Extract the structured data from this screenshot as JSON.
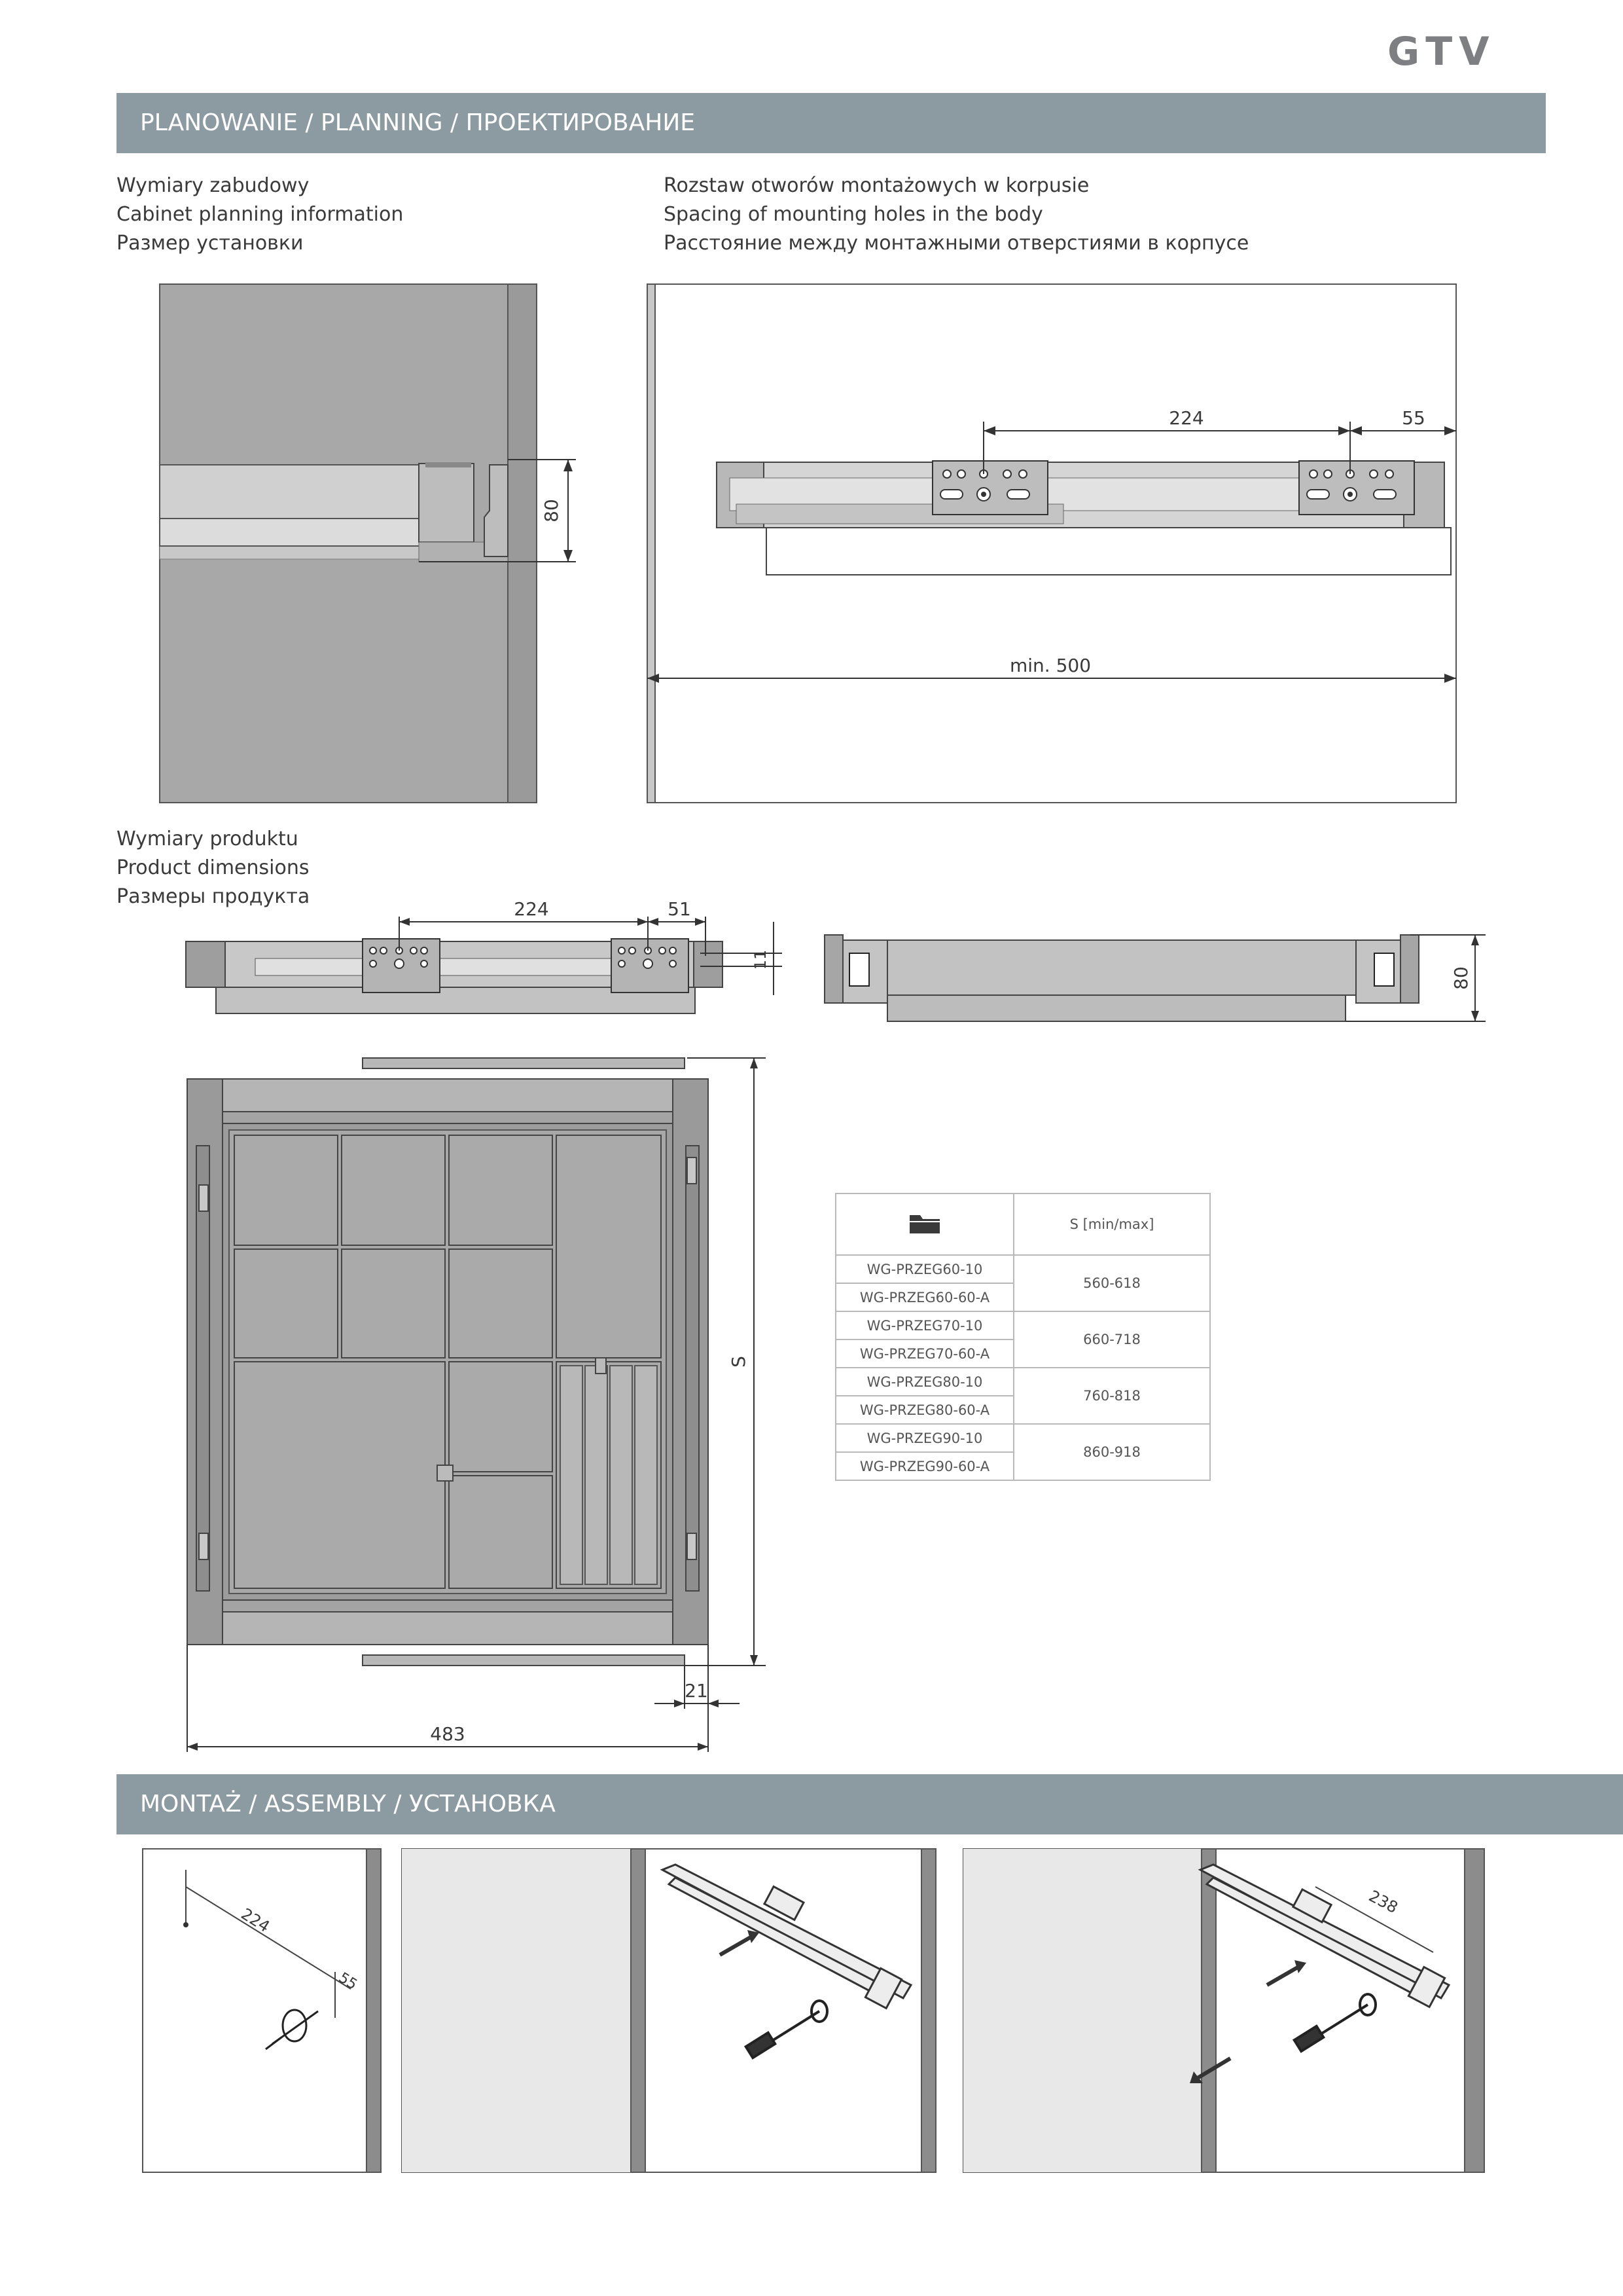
{
  "brand": "GTV",
  "sections": {
    "planning": "PLANOWANIE / PLANNING / ПРОЕКТИРОВАНИЕ",
    "assembly": "MONTAŻ / ASSEMBLY / УСТАНОВКА"
  },
  "captions": {
    "cabinet": [
      "Wymiary zabudowy",
      "Cabinet planning information",
      "Размер установки"
    ],
    "spacing": [
      "Rozstaw otworów montażowych w korpusie",
      "Spacing of mounting holes in the body",
      "Расстояние между монтажными отверстиями в корпусе"
    ],
    "product": [
      "Wymiary produktu",
      "Product dimensions",
      "Размеры продукта"
    ]
  },
  "dimensions": {
    "cabinet_height": "80",
    "holes_spacing": "224",
    "holes_edge": "55",
    "min_depth": "min. 500",
    "product_spacing": "224",
    "product_edge": "51",
    "product_rail": "11",
    "side_height": "80",
    "length_s": "S",
    "side_offset": "21",
    "width": "483",
    "assembly_spacing": "224",
    "assembly_edge": "55",
    "assembly_rail": "238"
  },
  "table": {
    "header_icon": "folder-icon",
    "header_label": "S [min/max]",
    "rows": [
      {
        "codes": [
          "WG-PRZEG60-10",
          "WG-PRZEG60-60-A"
        ],
        "range": "560-618"
      },
      {
        "codes": [
          "WG-PRZEG70-10",
          "WG-PRZEG70-60-A"
        ],
        "range": "660-718"
      },
      {
        "codes": [
          "WG-PRZEG80-10",
          "WG-PRZEG80-60-A"
        ],
        "range": "760-818"
      },
      {
        "codes": [
          "WG-PRZEG90-10",
          "WG-PRZEG90-60-A"
        ],
        "range": "860-918"
      }
    ]
  }
}
